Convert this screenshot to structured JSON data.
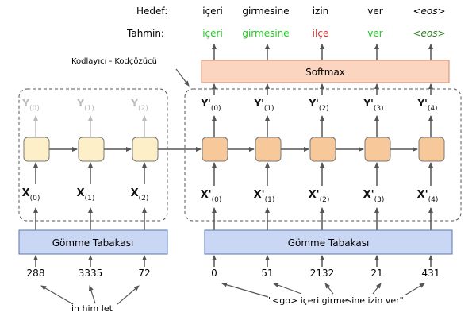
{
  "labels": {
    "hedef": "Hedef:",
    "tahmin": "Tahmin:",
    "encoder_decoder": "Kodlayıcı - Kodçözücü",
    "softmax": "Softmax",
    "embedding_left": "Gömme Tabakası",
    "embedding_right": "Gömme Tabakası",
    "input_left_caption": "in  him let",
    "input_right_caption": "\"<go> içeri girmesine izin ver\""
  },
  "targets": [
    "içeri",
    "girmesine",
    "izin",
    "ver",
    "<eos>"
  ],
  "predictions": [
    {
      "text": "içeri",
      "color": "#22cc22"
    },
    {
      "text": "girmesine",
      "color": "#22cc22"
    },
    {
      "text": "ilçe",
      "color": "#e03030"
    },
    {
      "text": "ver",
      "color": "#22cc22"
    },
    {
      "text": "<eos>",
      "color": "#2e7d1e"
    }
  ],
  "encoder": {
    "outputs": [
      {
        "main": "Y",
        "sub": "(0)"
      },
      {
        "main": "Y",
        "sub": "(1)"
      },
      {
        "main": "Y",
        "sub": "(2)"
      }
    ],
    "inputs": [
      {
        "main": "X",
        "sub": "(0)"
      },
      {
        "main": "X",
        "sub": "(1)"
      },
      {
        "main": "X",
        "sub": "(2)"
      }
    ],
    "ids": [
      "288",
      "3335",
      "72"
    ]
  },
  "decoder": {
    "outputs": [
      {
        "main": "Y'",
        "sub": "(0)"
      },
      {
        "main": "Y'",
        "sub": "(1)"
      },
      {
        "main": "Y'",
        "sub": "(2)"
      },
      {
        "main": "Y'",
        "sub": "(3)"
      },
      {
        "main": "Y'",
        "sub": "(4)"
      }
    ],
    "inputs": [
      {
        "main": "X'",
        "sub": "(0)"
      },
      {
        "main": "X'",
        "sub": "(1)"
      },
      {
        "main": "X'",
        "sub": "(2)"
      },
      {
        "main": "X'",
        "sub": "(3)"
      },
      {
        "main": "X'",
        "sub": "(4)"
      }
    ],
    "ids": [
      "0",
      "51",
      "2132",
      "21",
      "431"
    ]
  },
  "colors": {
    "encoder_cell": "#fdf0c8",
    "decoder_cell": "#f7c99a",
    "softmax_fill": "#fbd5c0",
    "softmax_stroke": "#d98a6a",
    "embedding_fill": "#c9d7f5",
    "embedding_stroke": "#5a74b8",
    "arrow": "#555555",
    "faded": "#bbbbbb"
  }
}
